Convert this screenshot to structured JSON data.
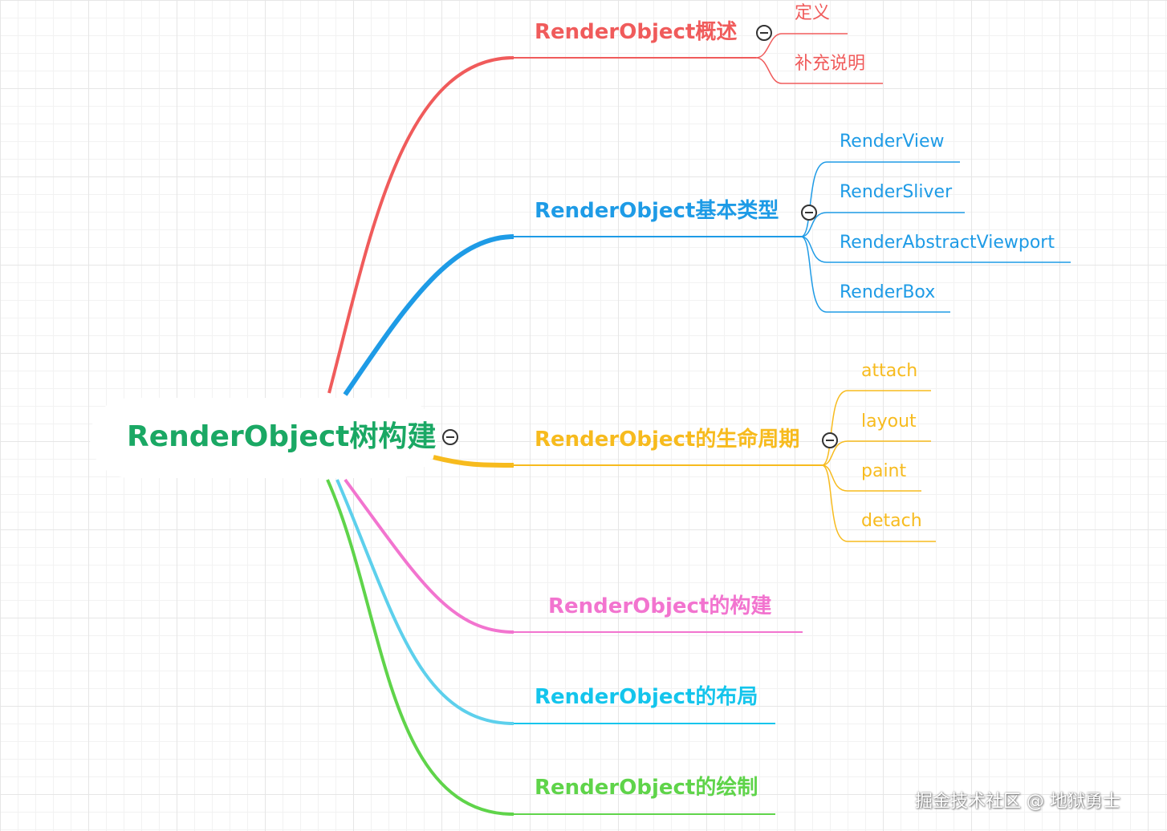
{
  "mindmap": {
    "root": {
      "label": "RenderObject树构建",
      "color": "#1aa864"
    },
    "branches": [
      {
        "id": "overview",
        "label": "RenderObject概述",
        "color": "#f05b5b",
        "children": [
          "定义",
          "补充说明"
        ]
      },
      {
        "id": "basic-types",
        "label": "RenderObject基本类型",
        "color": "#1e9be6",
        "children": [
          "RenderView",
          "RenderSliver",
          "RenderAbstractViewport",
          "RenderBox"
        ]
      },
      {
        "id": "lifecycle",
        "label": "RenderObject的生命周期",
        "color": "#f7bb1e",
        "children": [
          "attach",
          "layout",
          "paint",
          "detach"
        ]
      },
      {
        "id": "construction",
        "label": "RenderObject的构建",
        "color": "#f274cf",
        "children": []
      },
      {
        "id": "layout",
        "label": "RenderObject的布局",
        "color": "#14c5ec",
        "children": []
      },
      {
        "id": "painting",
        "label": "RenderObject的绘制",
        "color": "#5fd44a",
        "children": []
      }
    ]
  },
  "watermark": "掘金技术社区 @ 地狱勇士"
}
